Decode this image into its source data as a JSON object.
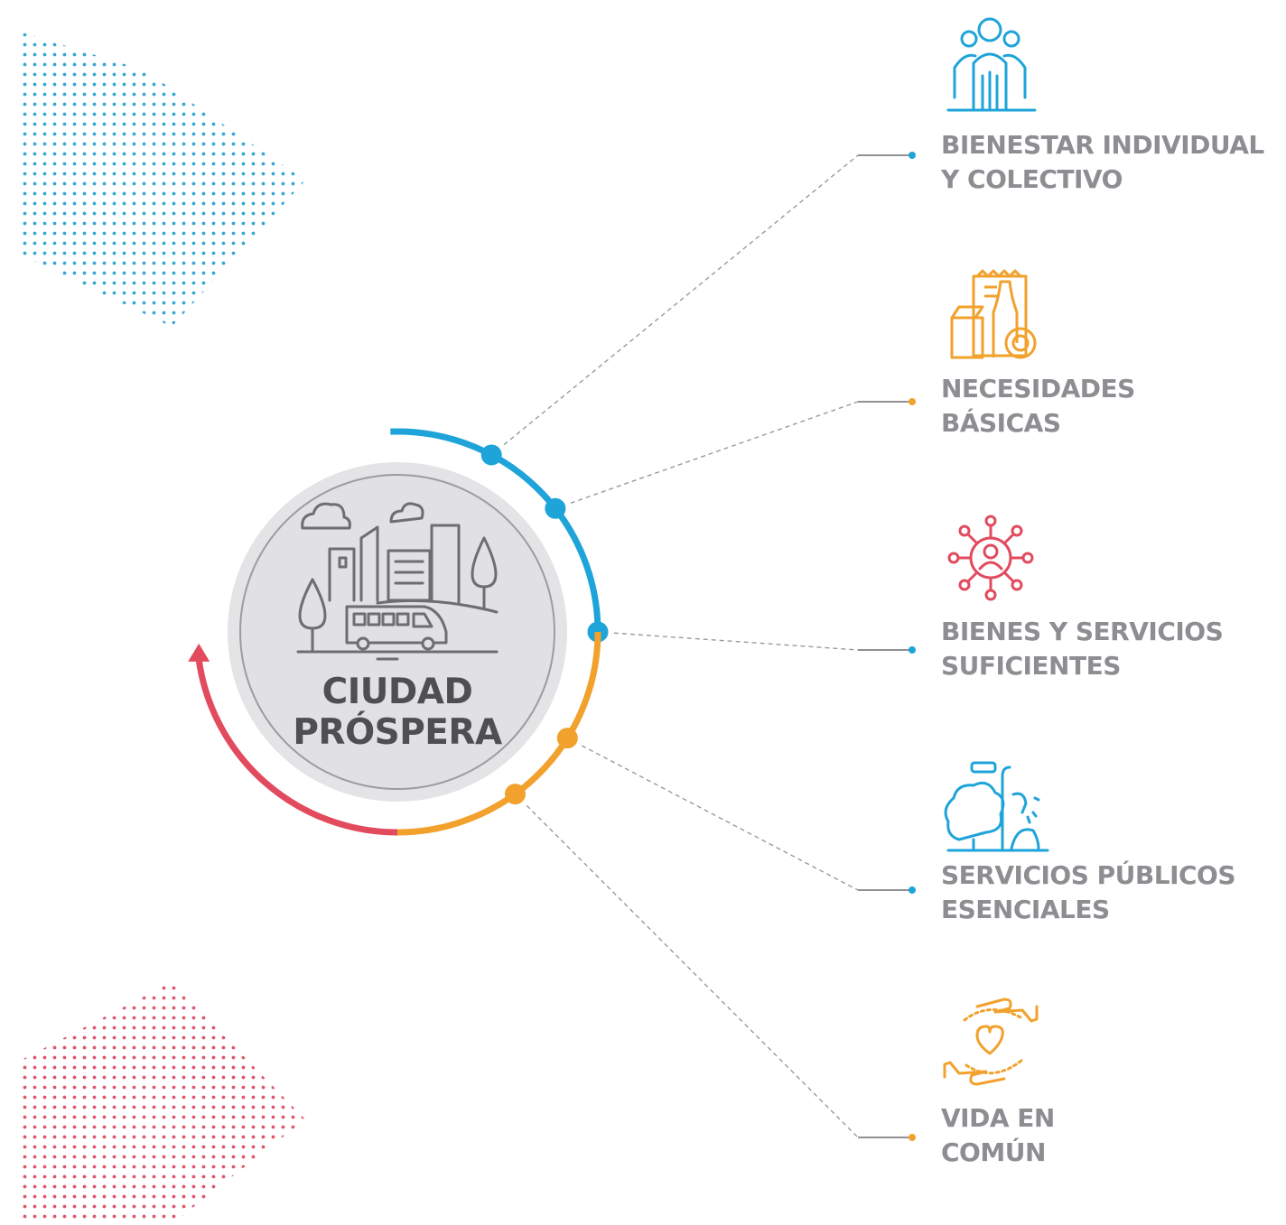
{
  "center": {
    "title_line1": "CIUDAD",
    "title_line2": "PRÓSPERA",
    "icon": "city-skyline-with-bus-icon"
  },
  "items": [
    {
      "line1": "BIENESTAR INDIVIDUAL",
      "line2": "Y COLECTIVO",
      "icon": "people-group-icon",
      "color": "#1ea4d9"
    },
    {
      "line1": "NECESIDADES",
      "line2": "BÁSICAS",
      "icon": "groceries-icon",
      "color": "#f2a12c"
    },
    {
      "line1": "BIENES Y SERVICIOS",
      "line2": "SUFICIENTES",
      "icon": "network-person-icon",
      "color": "#e24b5e"
    },
    {
      "line1": "SERVICIOS PÚBLICOS",
      "line2": "ESENCIALES",
      "icon": "public-services-icon",
      "color": "#1ea4d9"
    },
    {
      "line1": "VIDA EN",
      "line2": "COMÚN",
      "icon": "hands-heart-icon",
      "color": "#f2a12c"
    }
  ],
  "colors": {
    "blue": "#1ea4d9",
    "orange": "#f2a12c",
    "red": "#e24b5e",
    "gray_text": "#8d8d92",
    "dark_text": "#4f4f53",
    "circle_fill": "#e4e4e6"
  }
}
